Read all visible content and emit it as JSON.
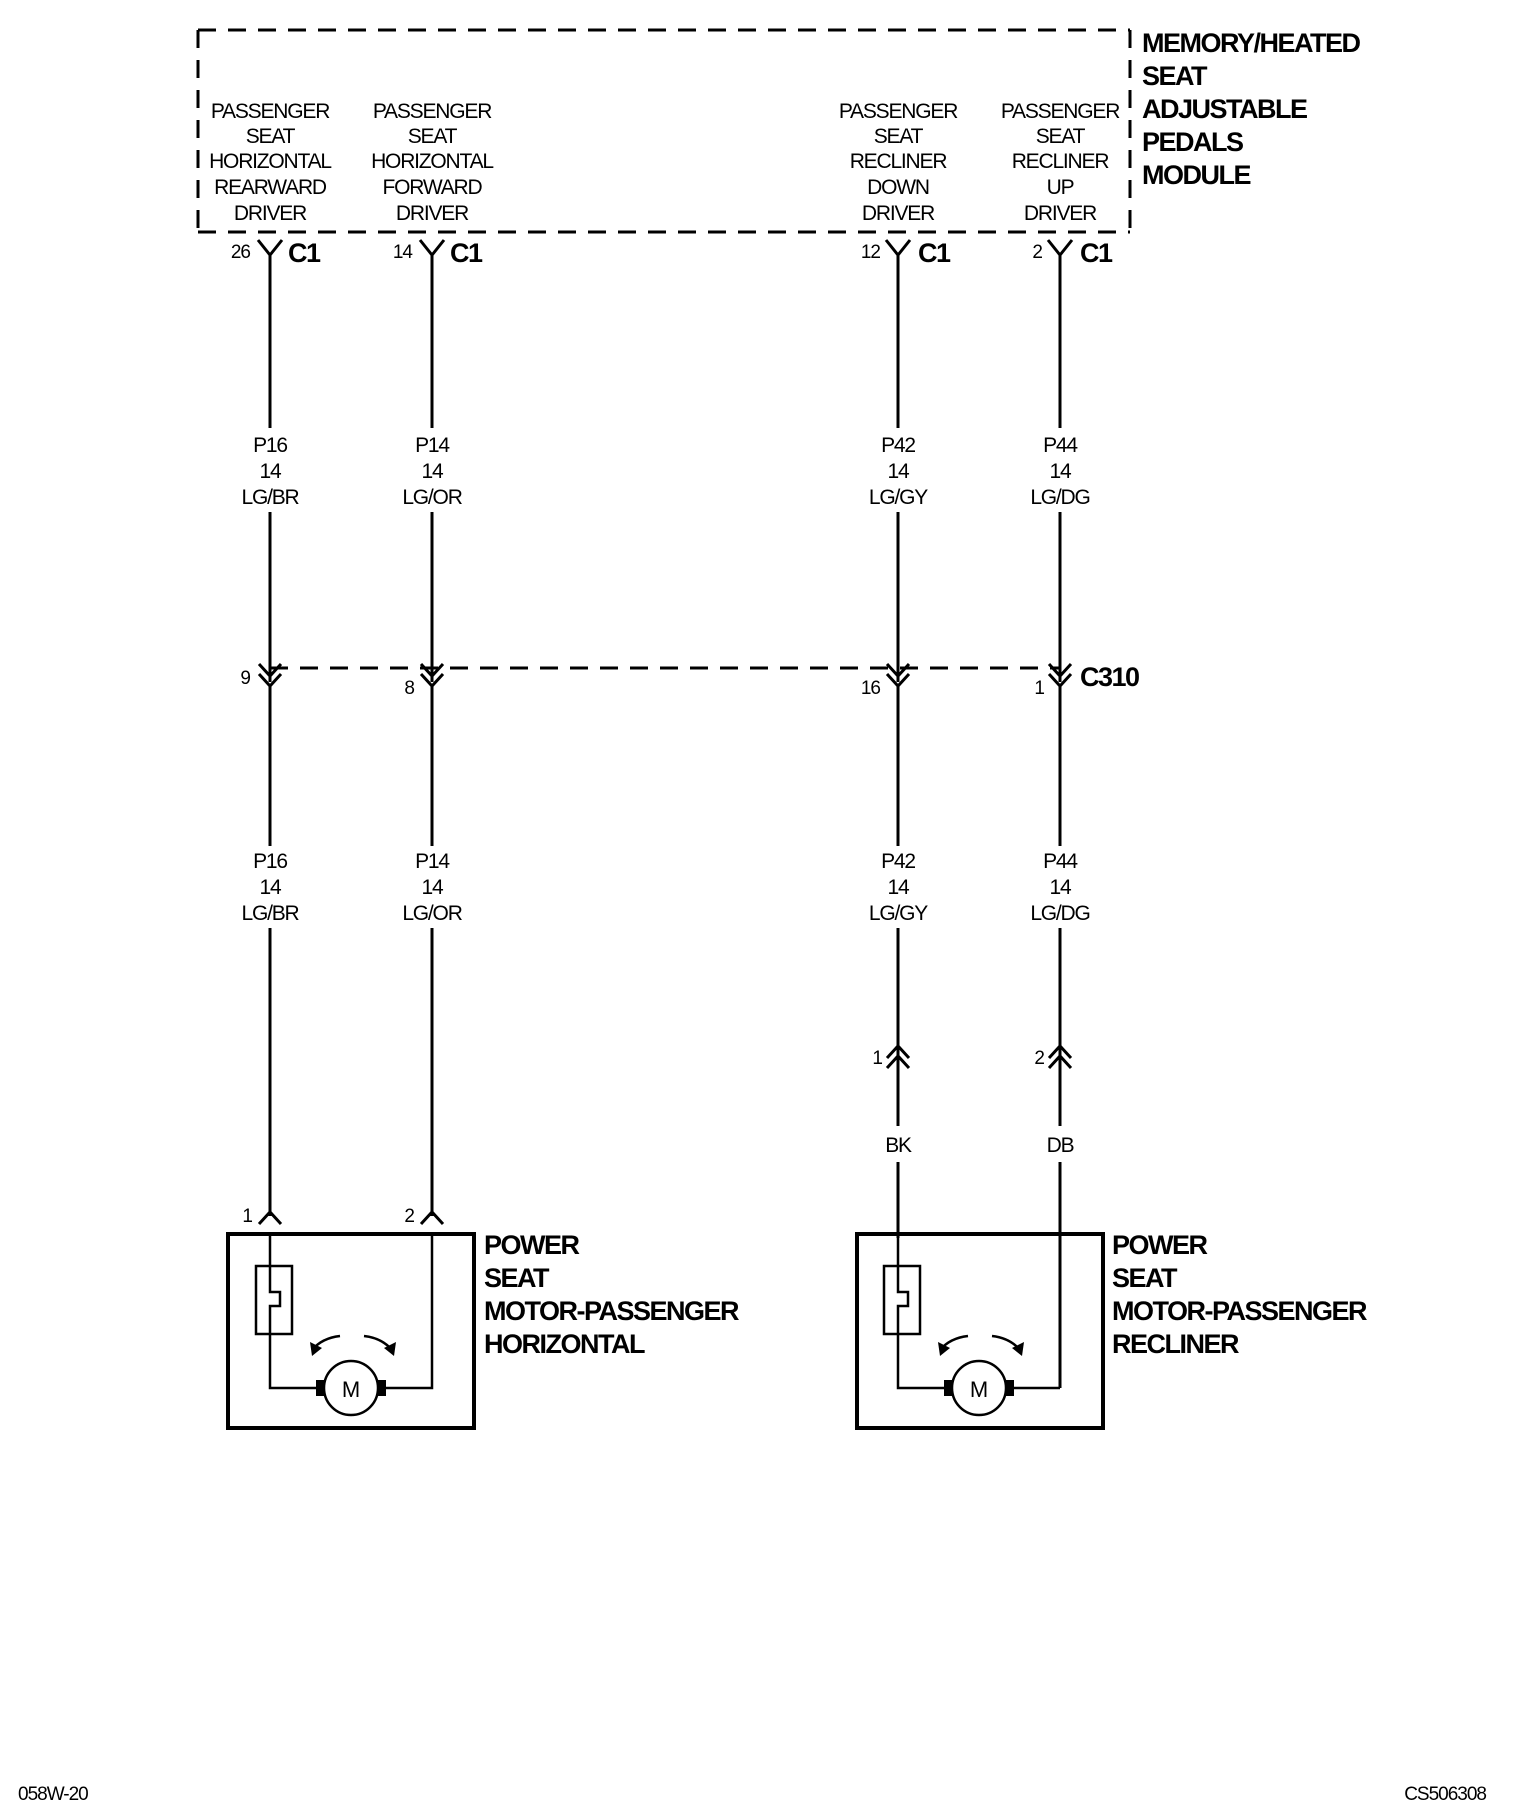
{
  "module": {
    "title_lines": [
      "MEMORY/HEATED",
      "SEAT",
      "ADJUSTABLE",
      "PEDALS",
      "MODULE"
    ]
  },
  "circuits": [
    {
      "id": "ch1",
      "driver_lines": [
        "PASSENGER",
        "SEAT",
        "HORIZONTAL",
        "REARWARD",
        "DRIVER"
      ],
      "module_pin": "26",
      "module_connector": "C1",
      "wire_upper": {
        "circuit": "P16",
        "gauge": "14",
        "color": "LG/BR"
      },
      "c310_pin": "9",
      "wire_lower": {
        "circuit": "P16",
        "gauge": "14",
        "color": "LG/BR"
      },
      "motor_pin": "1"
    },
    {
      "id": "ch2",
      "driver_lines": [
        "PASSENGER",
        "SEAT",
        "HORIZONTAL",
        "FORWARD",
        "DRIVER"
      ],
      "module_pin": "14",
      "module_connector": "C1",
      "wire_upper": {
        "circuit": "P14",
        "gauge": "14",
        "color": "LG/OR"
      },
      "c310_pin": "8",
      "wire_lower": {
        "circuit": "P14",
        "gauge": "14",
        "color": "LG/OR"
      },
      "motor_pin": "2"
    },
    {
      "id": "ch3",
      "driver_lines": [
        "PASSENGER",
        "SEAT",
        "RECLINER",
        "DOWN",
        "DRIVER"
      ],
      "module_pin": "12",
      "module_connector": "C1",
      "wire_upper": {
        "circuit": "P42",
        "gauge": "14",
        "color": "LG/GY"
      },
      "c310_pin": "16",
      "wire_lower": {
        "circuit": "P42",
        "gauge": "14",
        "color": "LG/GY"
      },
      "inline_pin": "1",
      "pigtail_color": "BK"
    },
    {
      "id": "ch4",
      "driver_lines": [
        "PASSENGER",
        "SEAT",
        "RECLINER",
        "UP",
        "DRIVER"
      ],
      "module_pin": "2",
      "module_connector": "C1",
      "wire_upper": {
        "circuit": "P44",
        "gauge": "14",
        "color": "LG/DG"
      },
      "c310_pin": "1",
      "wire_lower": {
        "circuit": "P44",
        "gauge": "14",
        "color": "LG/DG"
      },
      "inline_pin": "2",
      "pigtail_color": "DB"
    }
  ],
  "c310_label": "C310",
  "motors": [
    {
      "id": "horizontal",
      "title_lines": [
        "POWER",
        "SEAT",
        "MOTOR-PASSENGER",
        "HORIZONTAL"
      ],
      "symbol": "M"
    },
    {
      "id": "recliner",
      "title_lines": [
        "POWER",
        "SEAT",
        "MOTOR-PASSENGER",
        "RECLINER"
      ],
      "symbol": "M"
    }
  ],
  "footer": {
    "left_code": "058W-20",
    "right_code": "CS506308"
  }
}
